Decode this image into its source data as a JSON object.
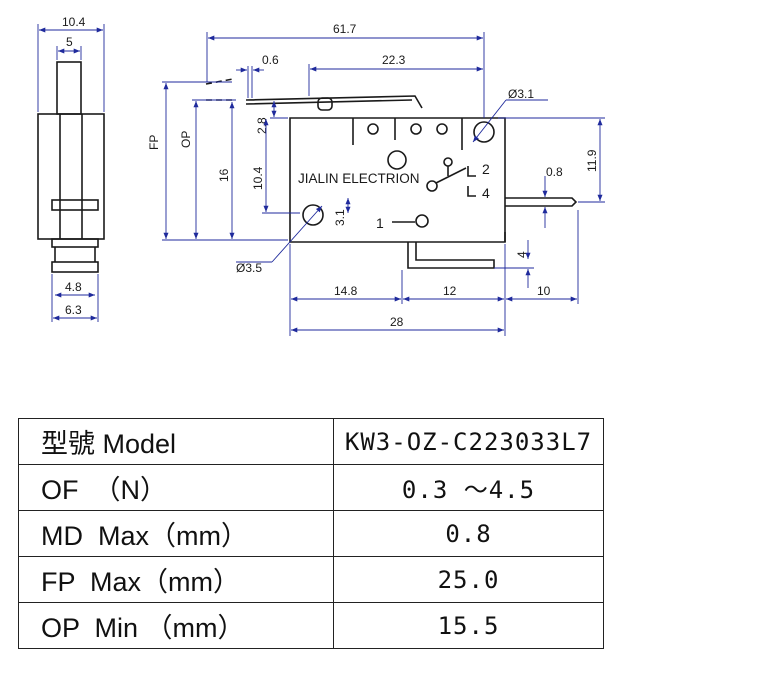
{
  "drawing": {
    "brand_text": "JIALIN ELECTRION",
    "terminal_labels": {
      "t1": "1",
      "t2": "2",
      "t4": "4"
    },
    "dimensions": {
      "d10_4_top": "10.4",
      "d5": "5",
      "d61_7": "61.7",
      "d0_6": "0.6",
      "d22_3": "22.3",
      "dia3_1": "Ø3.1",
      "dFP": "FP",
      "dOP": "OP",
      "d2_8": "2.8",
      "d16": "16",
      "d10_4_side": "10.4",
      "d11_9": "11.9",
      "d0_8": "0.8",
      "d3_1": "3.1",
      "dia3_5": "Ø3.5",
      "d4": "4",
      "d4_8": "4.8",
      "d6_3": "6.3",
      "d14_8": "14.8",
      "d12": "12",
      "d10": "10",
      "d28": "28"
    }
  },
  "spec_table": {
    "rows": [
      {
        "param": "型號 Model",
        "value": "KW3-OZ-C223033L7"
      },
      {
        "param": "OF  （N）",
        "value": "0.3 ～4.5"
      },
      {
        "param": "MD  Max（mm）",
        "value": "0.8"
      },
      {
        "param": "FP  Max（mm）",
        "value": "25.0"
      },
      {
        "param": "OP  Min （mm）",
        "value": "15.5"
      }
    ]
  },
  "colors": {
    "dimension_line": "#1f2a9c",
    "ink": "#1a1a1a"
  }
}
